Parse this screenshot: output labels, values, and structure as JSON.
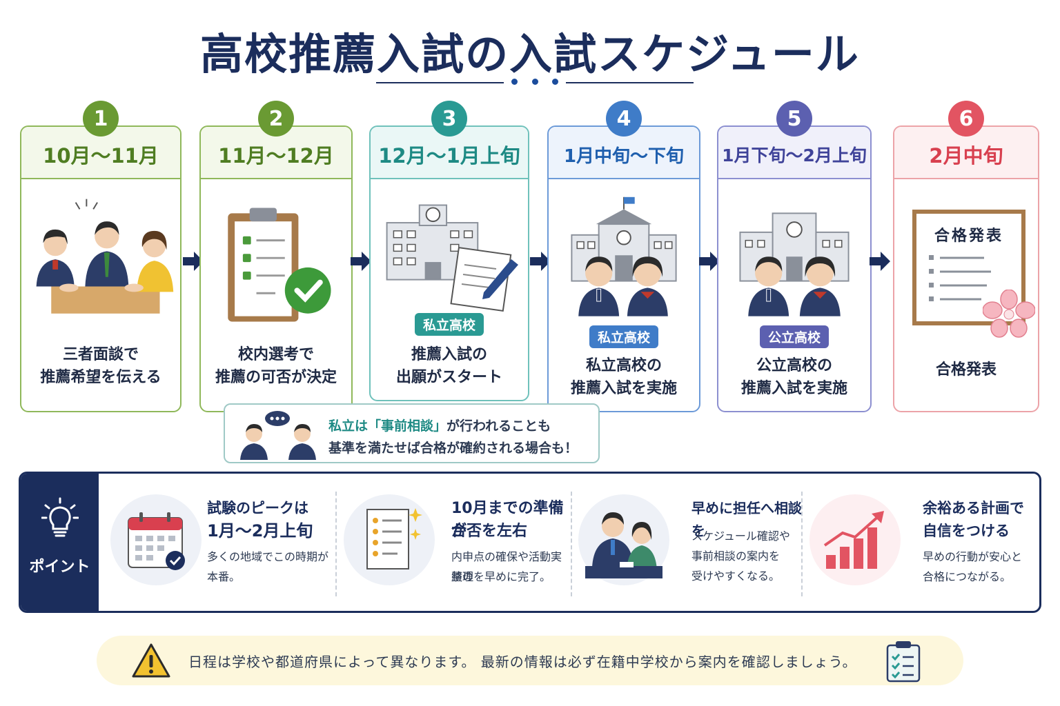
{
  "title": "高校推薦入試の入試スケジュール",
  "steps": [
    {
      "num": "1",
      "period": "10月～11月",
      "desc1": "三者面談で",
      "desc2": "推薦希望を伝える"
    },
    {
      "num": "2",
      "period": "11月～12月",
      "desc1": "校内選考で",
      "desc2": "推薦の可否が決定"
    },
    {
      "num": "3",
      "period": "12月～1月上旬",
      "tag": "私立高校",
      "desc1": "推薦入試の",
      "desc2": "出願がスタート"
    },
    {
      "num": "4",
      "period": "1月中旬～下旬",
      "tag": "私立高校",
      "desc1": "私立高校の",
      "desc2": "推薦入試を実施"
    },
    {
      "num": "5",
      "period": "1月下旬～2月上旬",
      "tag": "公立高校",
      "desc1": "公立高校の",
      "desc2": "推薦入試を実施"
    },
    {
      "num": "6",
      "period": "2月中旬",
      "board_title": "合格発表",
      "desc1": "合格発表"
    }
  ],
  "note": {
    "line1_prefix": "私立は「事前相談」",
    "line1_suffix": "が行われることも",
    "line2": "基準を満たせば合格が確約される場合も！"
  },
  "points": {
    "label": "ポイント",
    "items": [
      {
        "head1": "試験のピークは",
        "head2": "1月～2月上旬",
        "body1": "多くの地域でこの時期が",
        "body2": "本番。"
      },
      {
        "head1": "10月までの準備が",
        "head2": "合否を左右",
        "body1": "内申点の確保や活動実績の",
        "body2": "整理を早めに完了。"
      },
      {
        "head1": "早めに担任へ相談を",
        "head2": "",
        "body1": "スケジュール確認や",
        "body2": "事前相談の案内を",
        "body3": "受けやすくなる。"
      },
      {
        "head1": "余裕ある計画で",
        "head2": "自信をつける",
        "body1": "早めの行動が安心と",
        "body2": "合格につながる。"
      }
    ]
  },
  "warning": "日程は学校や都道府県によって異なります。 最新の情報は必ず在籍中学校から案内を確認しましょう。",
  "icons": [
    "meeting-people-icon",
    "clipboard-check-icon",
    "school-building-icon",
    "document-pen-icon",
    "students-icon",
    "results-board-icon",
    "cherry-blossom-icon",
    "chat-consult-icon",
    "lightbulb-icon",
    "calendar-icon",
    "checklist-stars-icon",
    "teacher-consult-icon",
    "growth-chart-icon",
    "warning-icon"
  ],
  "colors": {
    "navy": "#1b2d5c",
    "green": "#6a9a33",
    "teal": "#2a9a93",
    "blue": "#3f7cc8",
    "indigo": "#5c60b0",
    "red": "#e25462"
  }
}
